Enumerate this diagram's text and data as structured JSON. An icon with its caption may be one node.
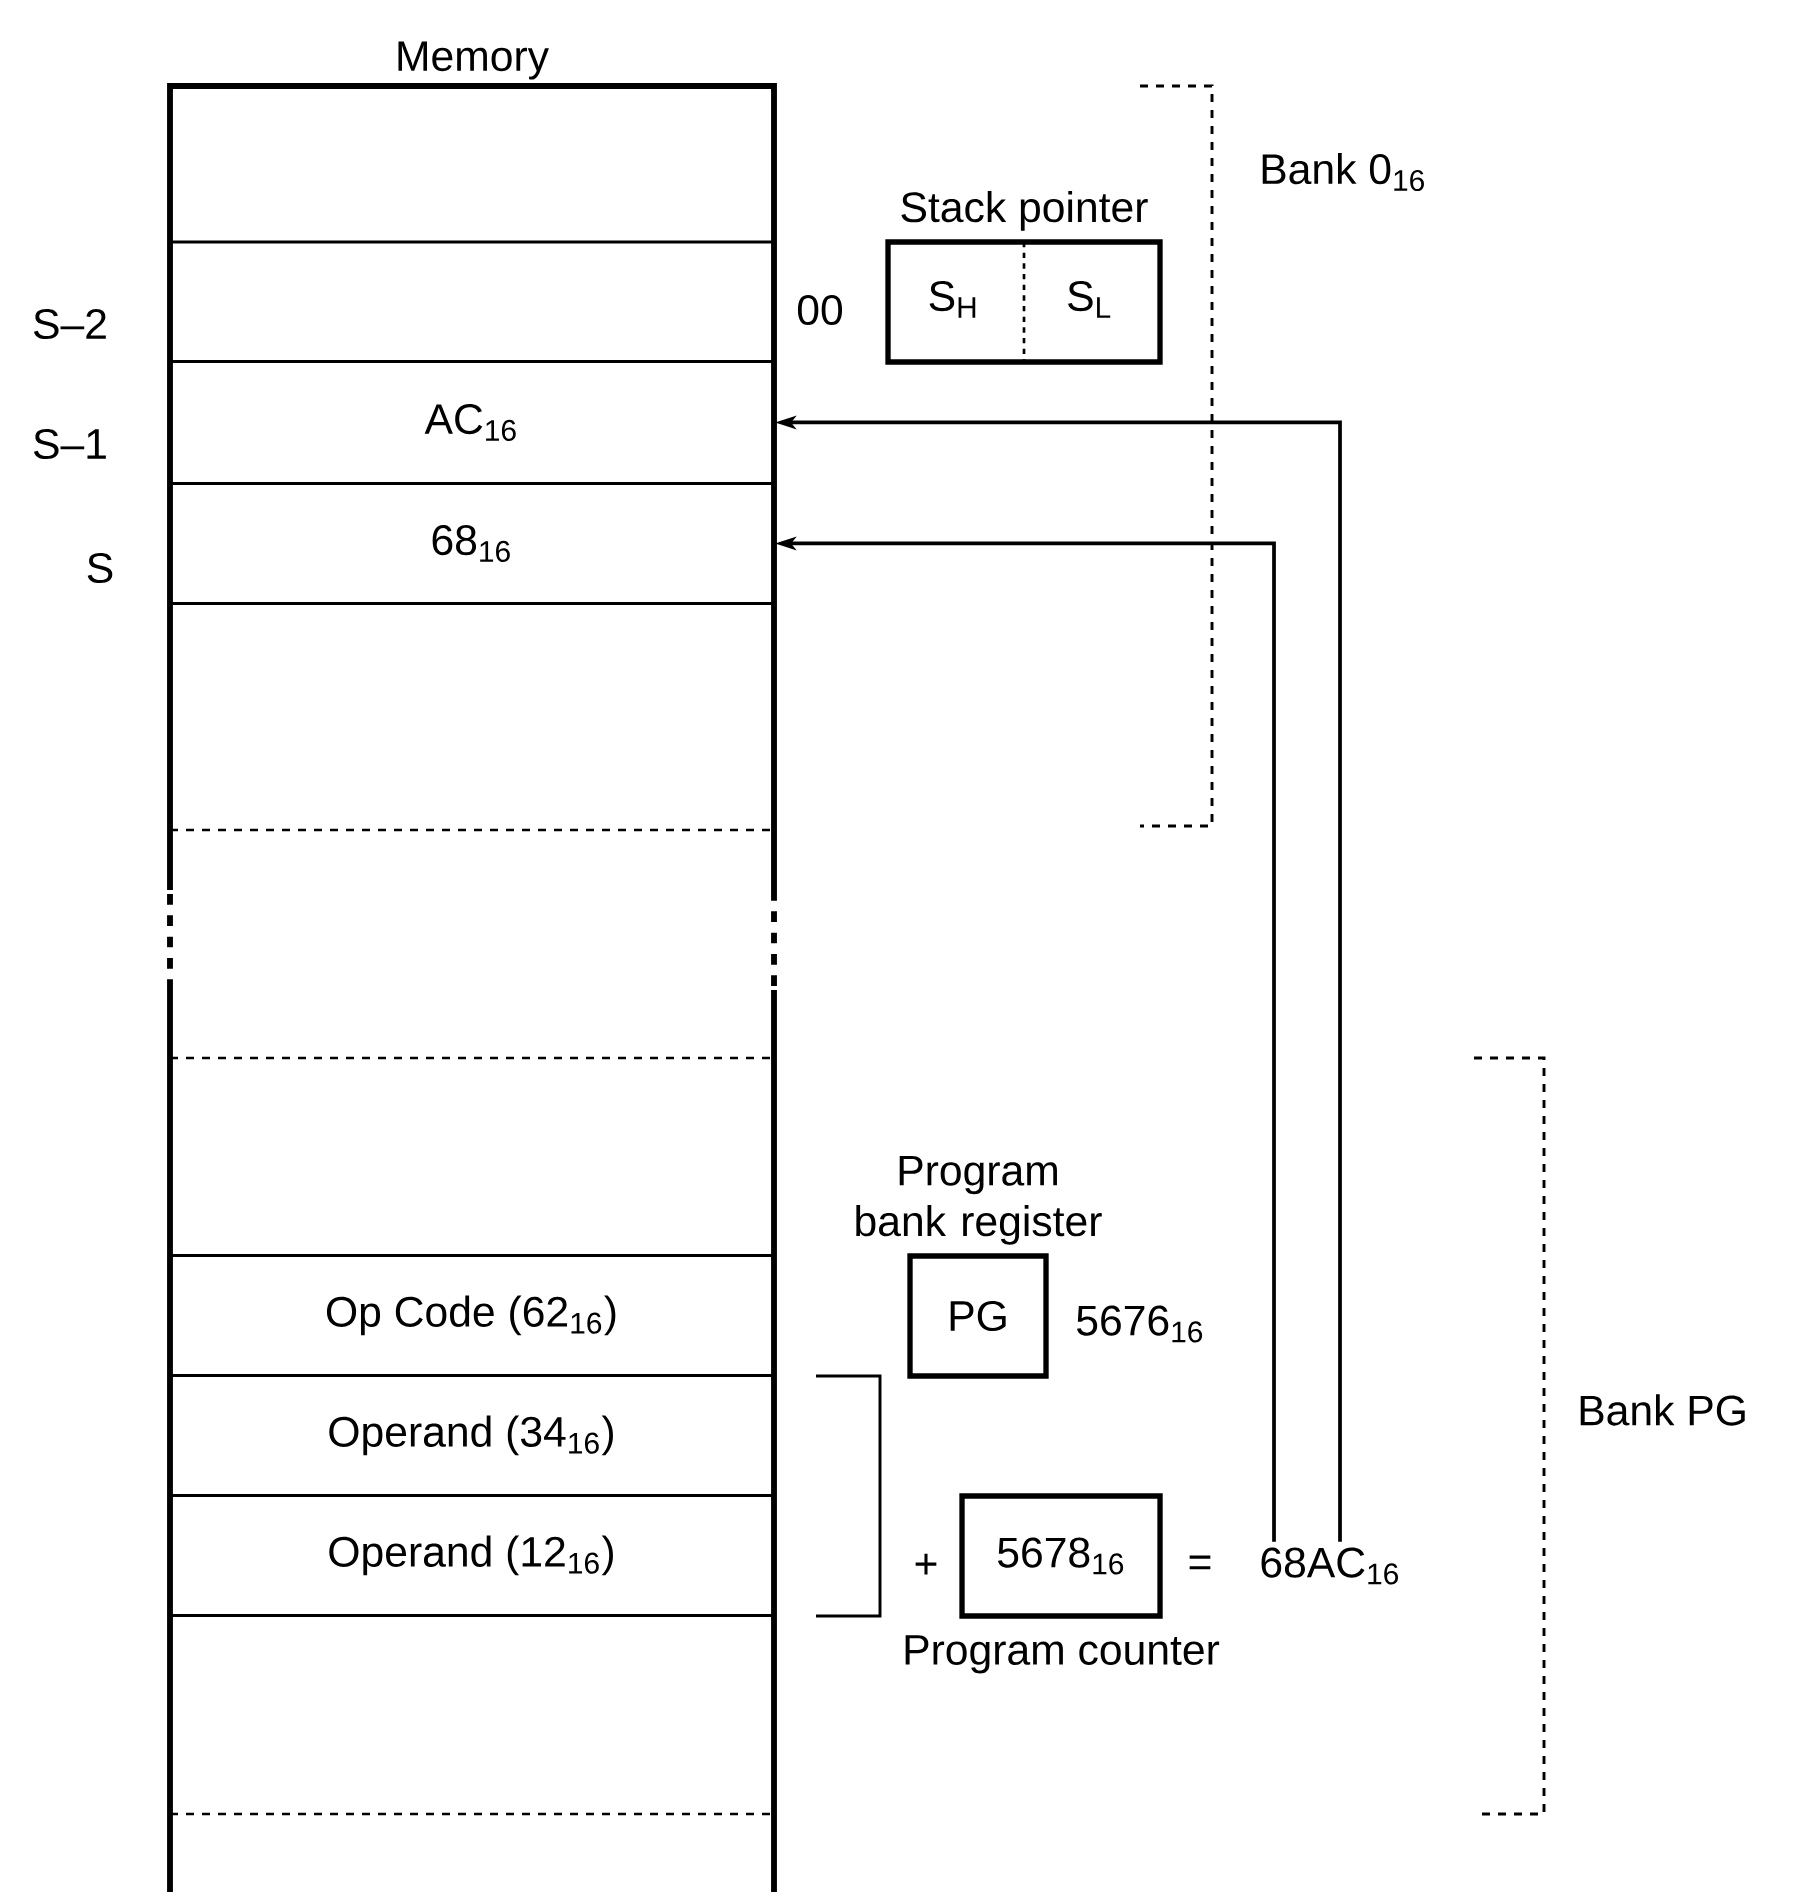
{
  "diagram": {
    "nodes": [
      {
        "text": [
          "Memory"
        ]
      },
      {
        "text": [
          "AC$_{16}$"
        ],
        "in": 0
      },
      {
        "text": [
          "68$_{16}$"
        ],
        "in": 0
      },
      {
        "text": [
          "Op Code (62$_{16}$)"
        ],
        "in": 0
      },
      {
        "text": [
          "Operand (34$_{16}$)"
        ],
        "in": 0
      },
      {
        "text": [
          "Operand (12$_{16}$)"
        ],
        "in": 0
      },
      {
        "text": [
          "Stack pointer"
        ],
        "beside": [
          "00"
        ]
      },
      {
        "text": [
          "S$_{H}$"
        ],
        "in": 6
      },
      {
        "text": [
          "S$_{L}$"
        ],
        "in": 6
      },
      {
        "text": [
          "Program bank register",
          "PG"
        ],
        "beside": [
          "5676$_{16}$"
        ]
      },
      {
        "text": [
          "5678$_{16}$",
          "Program counter"
        ]
      },
      {
        "text": [
          "68AC$_{16}$"
        ]
      }
    ],
    "edges": [
      {
        "from": 11,
        "to": 1,
        "arrow": "to"
      },
      {
        "from": 11,
        "to": 2,
        "arrow": "to"
      }
    ],
    "labels": [
      "Bank 0$_{16}$",
      "S–2",
      "S–1",
      "S",
      "+",
      "=",
      "Bank PG"
    ]
  }
}
